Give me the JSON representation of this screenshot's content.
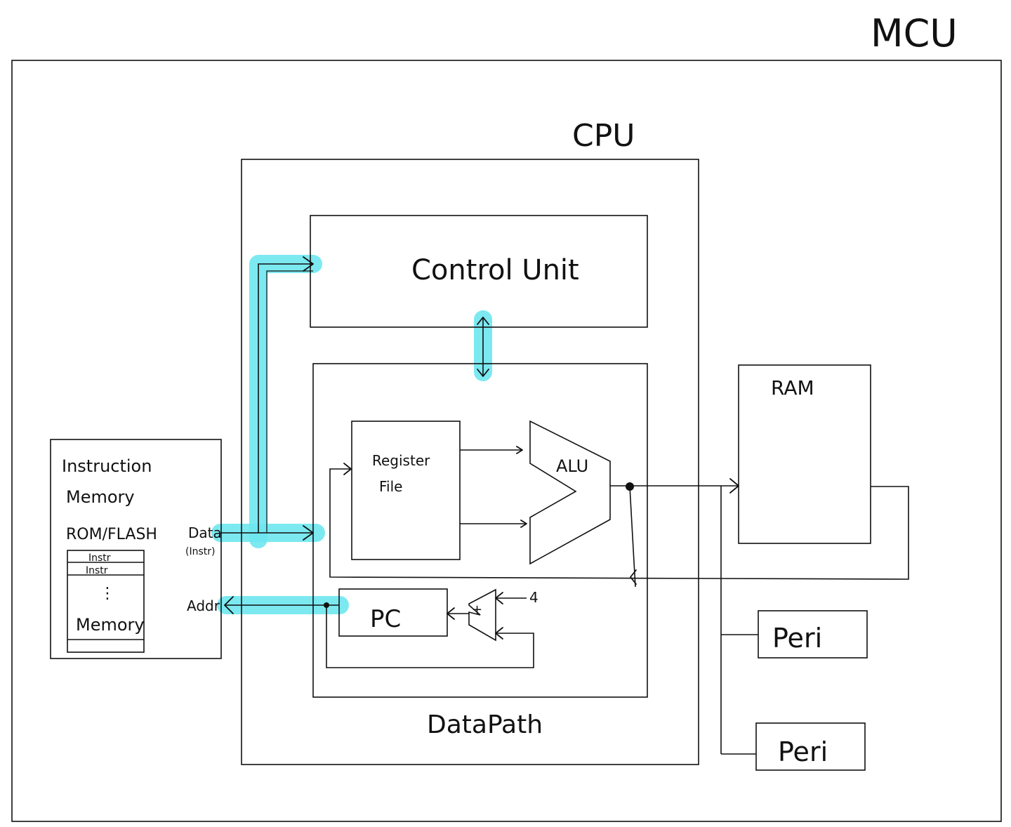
{
  "labels": {
    "mcu": "MCU",
    "cpu": "CPU",
    "control_unit": "Control Unit",
    "datapath": "DataPath",
    "register_file_line1": "Register",
    "register_file_line2": "File",
    "alu": "ALU",
    "pc": "PC",
    "adder_plus": "+",
    "adder_const": "4",
    "ram": "RAM",
    "peri_1": "Peri",
    "peri_2": "Peri",
    "imem_line1": "Instruction",
    "imem_line2": "Memory",
    "imem_line3": "ROM/FLASH",
    "imem_row1": "Instr",
    "imem_row2": "Instr",
    "imem_dots": "⋮",
    "imem_row_last": "Memory",
    "port_data": "Data",
    "port_data_sub": "(Instr)",
    "port_addr": "Addr"
  },
  "colors": {
    "highlight": "#6ee7f0",
    "ink": "#111111"
  }
}
